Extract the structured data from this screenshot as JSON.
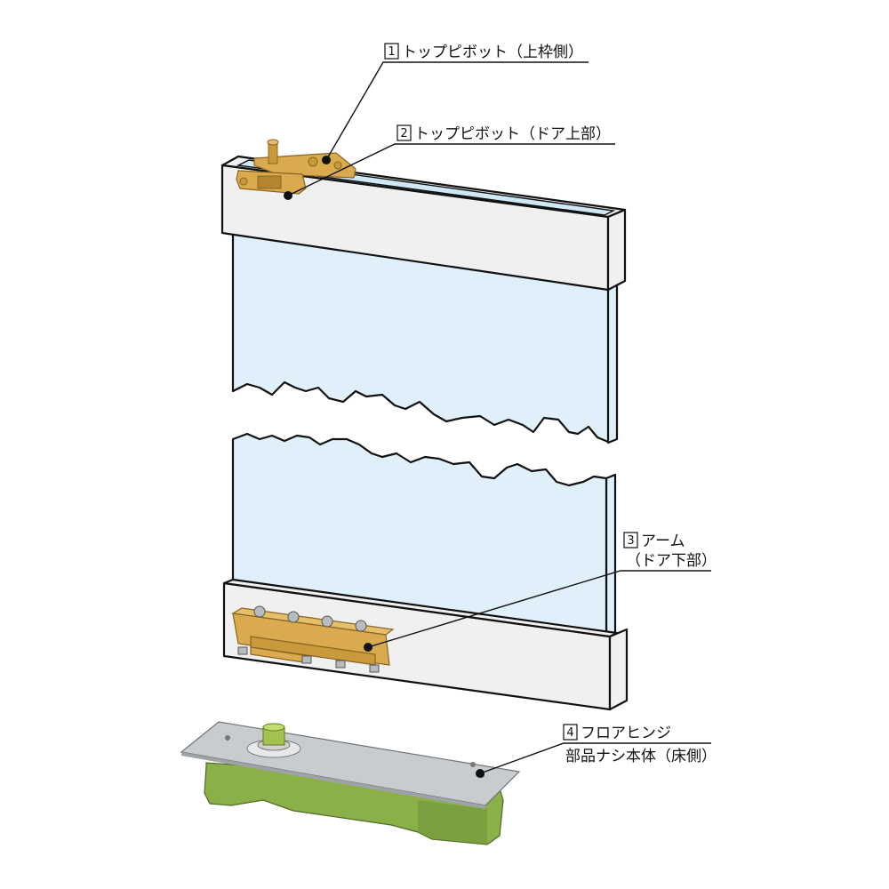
{
  "colors": {
    "glass": "#dff0fa",
    "frame": "#f0f0f0",
    "brass": "#d9aa4e",
    "brass_dark": "#b48430",
    "steel_plate": "#c9ccce",
    "hinge_body": "#8bb04a",
    "hinge_body_dark": "#6f9436",
    "spindle": "#a3c24f",
    "outline": "#111111"
  },
  "callouts": [
    {
      "number": "1",
      "lines": [
        "トップピボット（上枠側）"
      ]
    },
    {
      "number": "2",
      "lines": [
        "トップピボット（ドア上部）"
      ]
    },
    {
      "number": "3",
      "lines": [
        "アーム",
        "（ドア下部）"
      ]
    },
    {
      "number": "4",
      "lines": [
        "フロアヒンジ",
        "部品ナシ本体（床側）"
      ]
    }
  ]
}
